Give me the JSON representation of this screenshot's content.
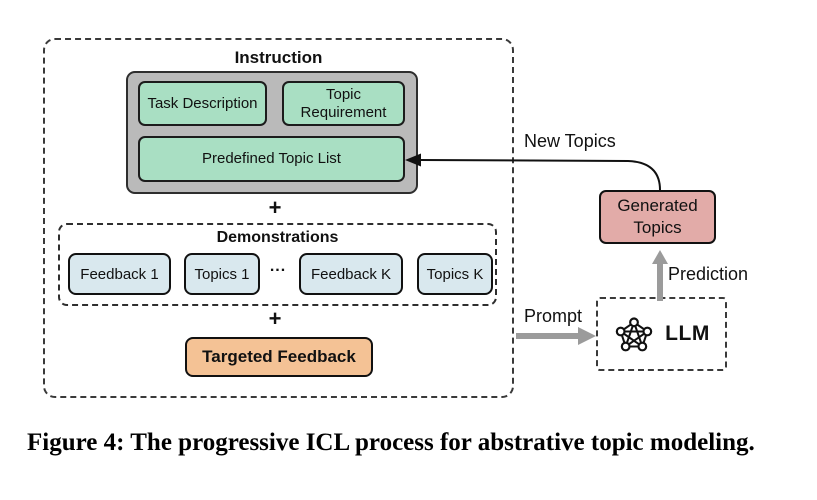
{
  "figure": {
    "instruction_label": "Instruction",
    "boxes": {
      "task_description": "Task Description",
      "topic_requirement": "Topic Requirement",
      "predefined_topic_list": "Predefined Topic List"
    },
    "plus": "+",
    "demonstrations": {
      "label": "Demonstrations",
      "items": [
        "Feedback 1",
        "Topics 1",
        "Feedback K",
        "Topics K"
      ],
      "ellipsis": "..."
    },
    "targeted_feedback": "Targeted Feedback",
    "generated_topics": "Generated Topics",
    "llm_label": "LLM",
    "arrow_labels": {
      "new_topics": "New Topics",
      "prediction": "Prediction",
      "prompt": "Prompt"
    },
    "icons": {
      "llm": "network-graph-icon"
    },
    "colors": {
      "instruction_fill": "#bababa",
      "green_fill": "#a9dfc3",
      "blue_fill": "#d9e8ee",
      "orange_fill": "#f4c295",
      "pink_fill": "#e2aba8",
      "arrow_gray": "#9b9b9b"
    }
  },
  "caption": "Figure 4: The progressive ICL process for abstrative topic modeling."
}
